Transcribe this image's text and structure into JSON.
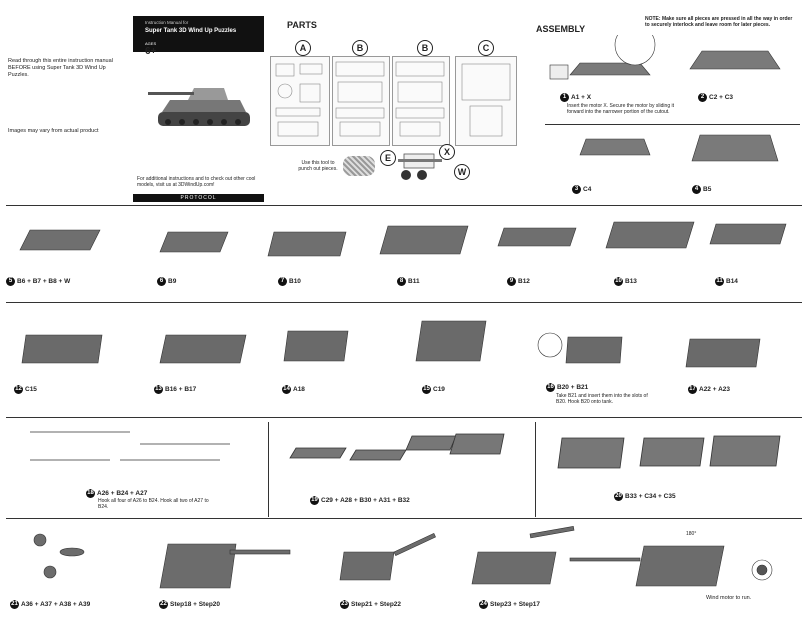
{
  "intro": {
    "read_first": "Read through this entire instruction manual BEFORE using Super Tank 3D Wind Up Puzzles.",
    "disclaimer": "Images may vary from actual product"
  },
  "cover": {
    "manual_label": "Instruction Manual for",
    "title": "Super Tank 3D Wind Up Puzzles",
    "ages_label": "AGES",
    "age": "6+",
    "more_info": "For additional instructions and to check out other cool models, visit us at 3DWindUp.com!",
    "brand": "PROTOCOL"
  },
  "parts": {
    "heading": "PARTS",
    "sheets": [
      "A",
      "B",
      "B",
      "C"
    ],
    "extras": [
      "E",
      "X",
      "W"
    ],
    "tool_note": "Use this tool to punch out pieces."
  },
  "assembly": {
    "heading": "ASSEMBLY",
    "note": "NOTE: Make sure all pieces are pressed in all the way in order to securely interlock and leave room for later pieces."
  },
  "steps": [
    {
      "n": "1",
      "label": "A1 + X",
      "sub": "Insert the motor X. Secure the motor by sliding it forward into the narrower portion of the cutout."
    },
    {
      "n": "2",
      "label": "C2 + C3",
      "sub": ""
    },
    {
      "n": "3",
      "label": "C4",
      "sub": ""
    },
    {
      "n": "4",
      "label": "B5",
      "sub": ""
    },
    {
      "n": "5",
      "label": "B6 + B7 + B8 + W",
      "sub": ""
    },
    {
      "n": "6",
      "label": "B9",
      "sub": ""
    },
    {
      "n": "7",
      "label": "B10",
      "sub": ""
    },
    {
      "n": "8",
      "label": "B11",
      "sub": ""
    },
    {
      "n": "9",
      "label": "B12",
      "sub": ""
    },
    {
      "n": "10",
      "label": "B13",
      "sub": ""
    },
    {
      "n": "11",
      "label": "B14",
      "sub": ""
    },
    {
      "n": "12",
      "label": "C15",
      "sub": ""
    },
    {
      "n": "13",
      "label": "B16 + B17",
      "sub": ""
    },
    {
      "n": "14",
      "label": "A18",
      "sub": ""
    },
    {
      "n": "15",
      "label": "C19",
      "sub": ""
    },
    {
      "n": "16",
      "label": "B20 + B21",
      "sub": "Take B21 and insert them into the slots of B20. Hook B20 onto tank."
    },
    {
      "n": "17",
      "label": "A22 + A23",
      "sub": ""
    },
    {
      "n": "18",
      "label": "A26 + B24 + A27",
      "sub": "Hook all four of A26 to B24. Hook all two of A27 to B24."
    },
    {
      "n": "19",
      "label": "C29 + A28 + B30 + A31 + B32",
      "sub": ""
    },
    {
      "n": "20",
      "label": "B33 + C34 + C35",
      "sub": ""
    },
    {
      "n": "21",
      "label": "A36 + A37 + A38 + A39",
      "sub": ""
    },
    {
      "n": "22",
      "label": "Step18 + Step20",
      "sub": ""
    },
    {
      "n": "23",
      "label": "Step21 + Step22",
      "sub": ""
    },
    {
      "n": "24",
      "label": "Step23 + Step17",
      "sub": ""
    }
  ],
  "final": {
    "angle": "180°",
    "caption": "Wind motor to run."
  }
}
